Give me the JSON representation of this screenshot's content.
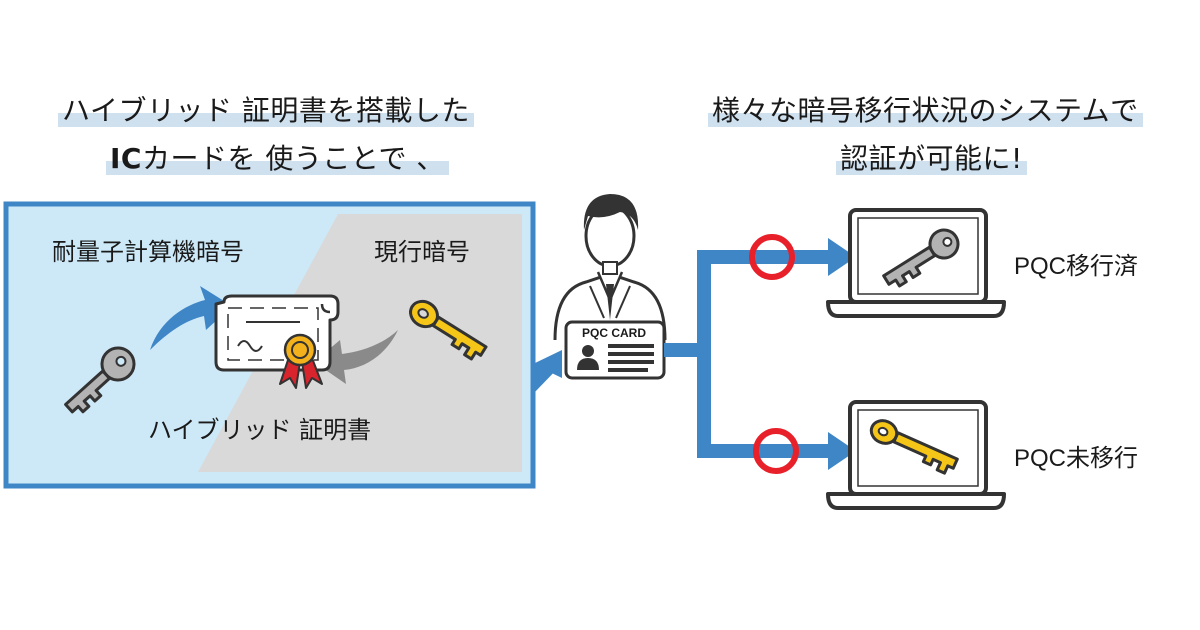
{
  "headline_left": {
    "line1": "ハイブリッド 証明書を搭載した",
    "line2_bold": "IC",
    "line2_rest": "カードを 使うことで 、"
  },
  "headline_right": {
    "line1": "様々な暗号移行状況のシステムで",
    "line2": "認証が可能に!"
  },
  "panel": {
    "quantum_resistant_label": "耐量子計算機暗号",
    "current_crypto_label": "現行暗号",
    "hybrid_cert_label": "ハイブリッド 証明書"
  },
  "card": {
    "text": "PQC CARD"
  },
  "systems": [
    {
      "label": "PQC移行済",
      "key_color": "gray",
      "status": "ok-circle"
    },
    {
      "label": "PQC未移行",
      "key_color": "gold",
      "status": "ok-circle"
    }
  ],
  "colors": {
    "accent_blue": "#3f86c7",
    "panel_light_blue": "#cde9f8",
    "panel_gray": "#d9d9d9",
    "key_gold": "#f5c518",
    "key_gray": "#b3b3b3",
    "status_red": "#e8202a",
    "ribbon_red": "#d8242d",
    "seal_gold": "#f3b21b"
  },
  "icons": [
    "gray-key-icon",
    "gold-key-icon",
    "certificate-icon",
    "person-icon",
    "id-card-icon",
    "laptop-icon",
    "circle-icon",
    "arrow-icon"
  ]
}
